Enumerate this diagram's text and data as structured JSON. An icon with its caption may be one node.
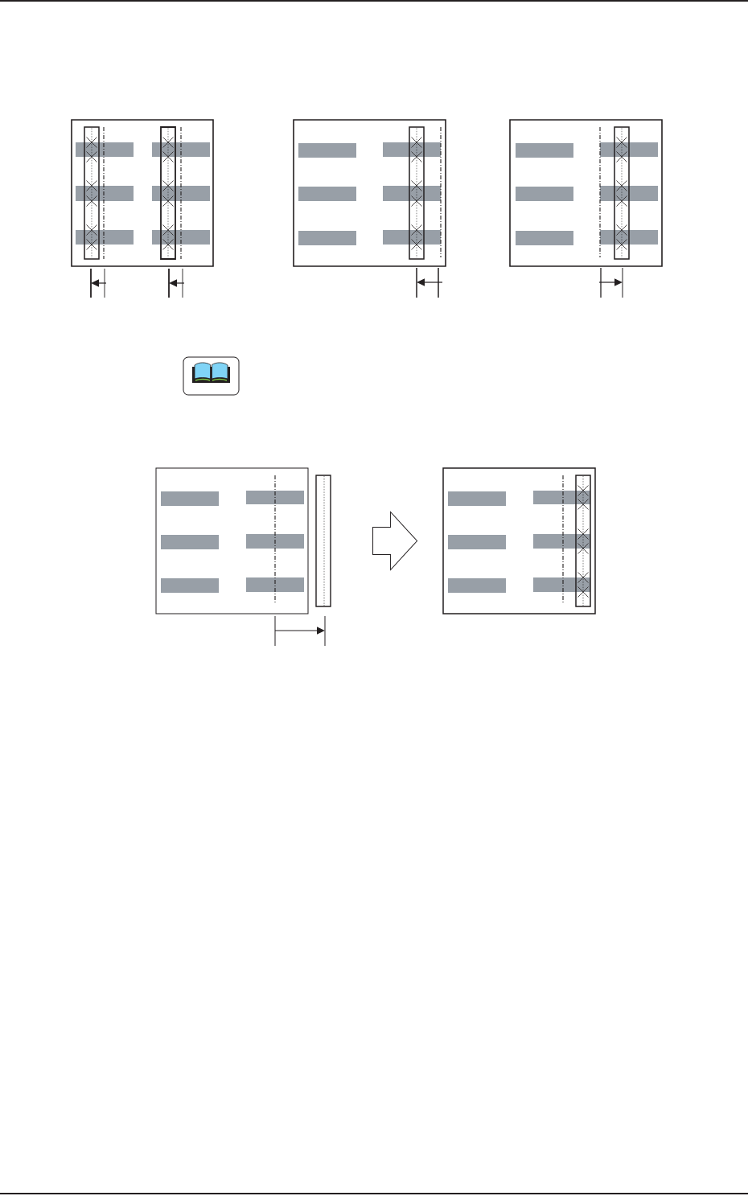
{
  "diagram": {
    "nodes": [
      {
        "text": [],
        "shape": "picture"
      },
      {
        "text": [],
        "shape": "picture"
      },
      {
        "text": [],
        "shape": "picture"
      },
      {
        "text": [],
        "shape": "picture"
      },
      {
        "text": [],
        "shape": "picture"
      }
    ],
    "edges": [
      {
        "from": 3,
        "to": 4,
        "arrow": "to"
      }
    ]
  }
}
